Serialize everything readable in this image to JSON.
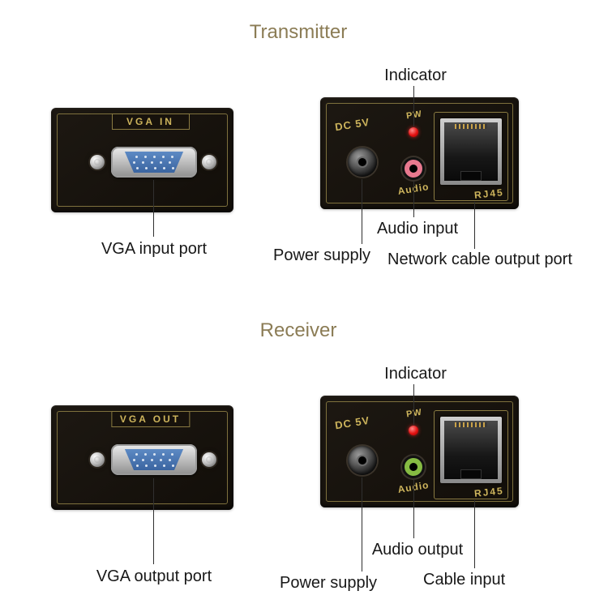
{
  "sections": {
    "transmitter": {
      "title": "Transmitter",
      "vga": {
        "port_label": "VGA IN",
        "caption": "VGA input port"
      },
      "io": {
        "dc_label": "DC 5V",
        "pw_label": "PW",
        "audio_label": "Audio",
        "rj45_label": "RJ45",
        "indicator_caption": "Indicator",
        "audio_caption": "Audio input",
        "power_caption": "Power supply",
        "network_caption": "Network cable output port"
      }
    },
    "receiver": {
      "title": "Receiver",
      "vga": {
        "port_label": "VGA OUT",
        "caption": "VGA output port"
      },
      "io": {
        "dc_label": "DC 5V",
        "pw_label": "PW",
        "audio_label": "Audio",
        "rj45_label": "RJ45",
        "indicator_caption": "Indicator",
        "audio_caption": "Audio output",
        "power_caption": "Power supply",
        "network_caption": "Cable input"
      }
    }
  },
  "colors": {
    "background": "#ffffff",
    "title": "#8b7c55",
    "panel": "#17120c",
    "gold": "#cdb45c",
    "caption": "#181818",
    "led": "#e31212",
    "vga_blue": "#4472b0",
    "audio_ring_transmitter": "#e8798f",
    "audio_ring_receiver": "#86bb43"
  }
}
